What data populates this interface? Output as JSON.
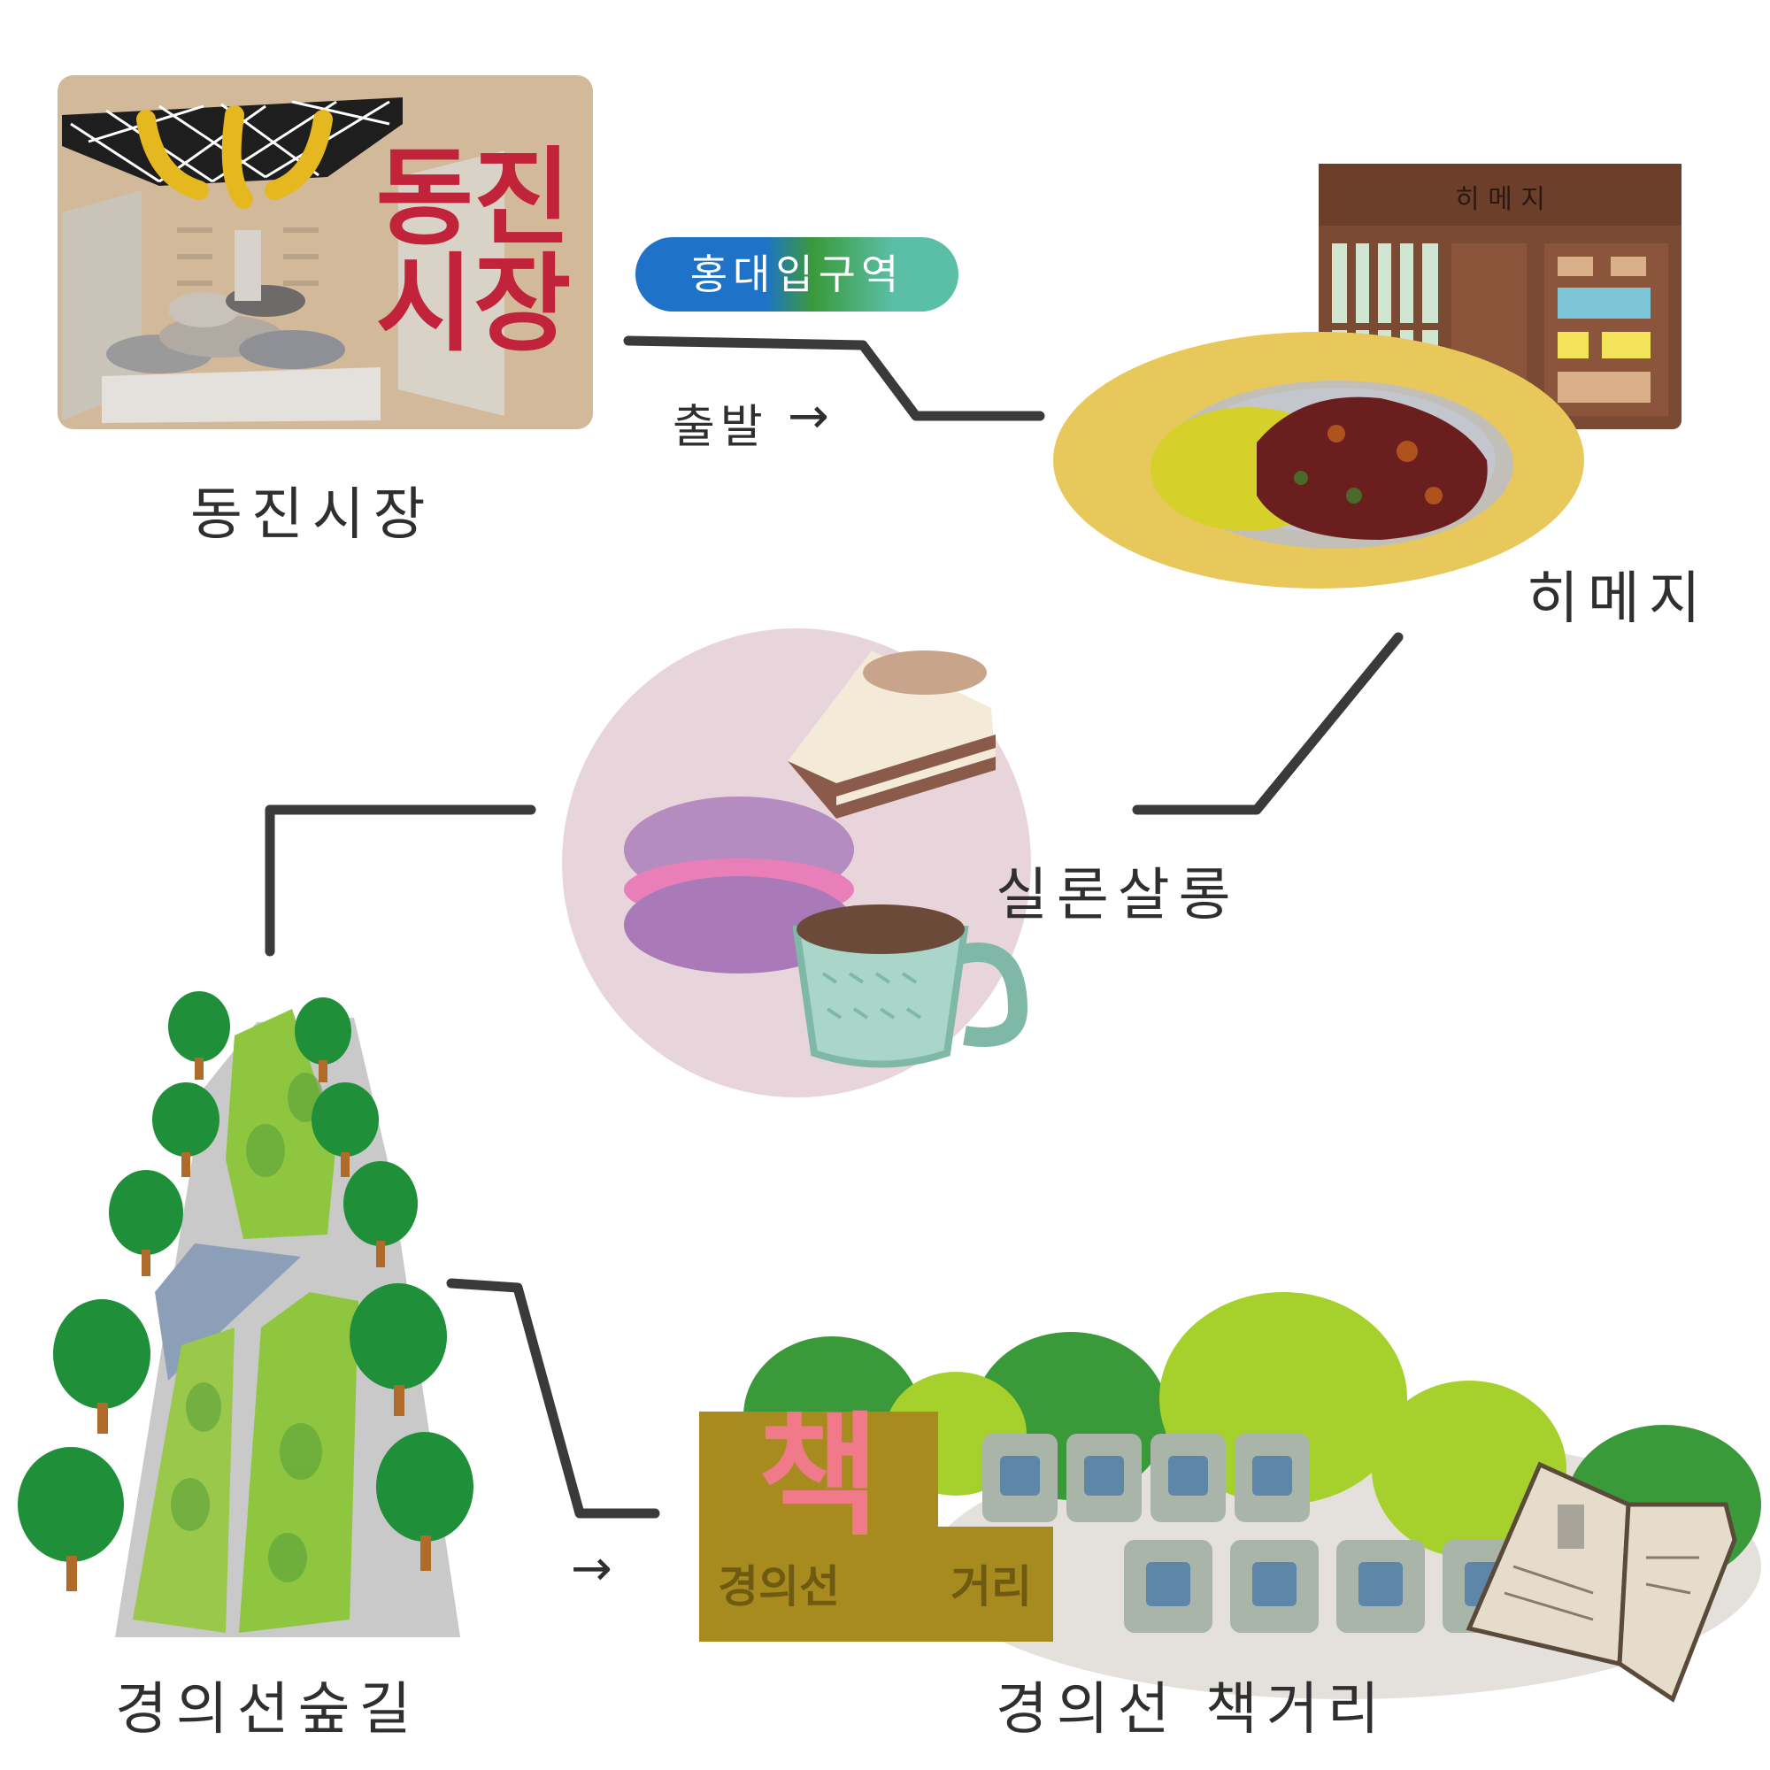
{
  "stops": {
    "dongjin_market": {
      "label": "동진시장",
      "sign_line1": "동진",
      "sign_line2": "시장"
    },
    "himeji": {
      "label": "히메지",
      "sign": "히 메 지"
    },
    "salon": {
      "label": "실론살롱"
    },
    "forest_path": {
      "label": "경의선숲길"
    },
    "book_street": {
      "label": "경의선 책거리",
      "sign_big": "책",
      "sign_left": "경의선",
      "sign_right": "거리"
    }
  },
  "route": {
    "station_badge": "홍대입구역",
    "start_text": "출발",
    "arrow_glyph": "→"
  },
  "colors": {
    "line": "#3a3a3a",
    "market_bg": "#d1b99a",
    "market_sign": "#c0233a",
    "himeji_wood": "#7a4a32",
    "curry_plate": "#e8c85a",
    "salon_circle": "#e8d5dc",
    "macaron": "#b58cc0",
    "cup": "#a9d6c9",
    "tree_dark": "#1f8f3a",
    "tree_light": "#8ec63f",
    "path_gray": "#c9c9c9",
    "book_sign": "#a88b1e",
    "book_block": "#a9b5a8",
    "book_window": "#5d86a8"
  },
  "icons": [
    "market-roof-icon",
    "curry-plate-icon",
    "cake-icon",
    "macaron-icon",
    "cup-icon",
    "tree-icon",
    "book-icon"
  ]
}
